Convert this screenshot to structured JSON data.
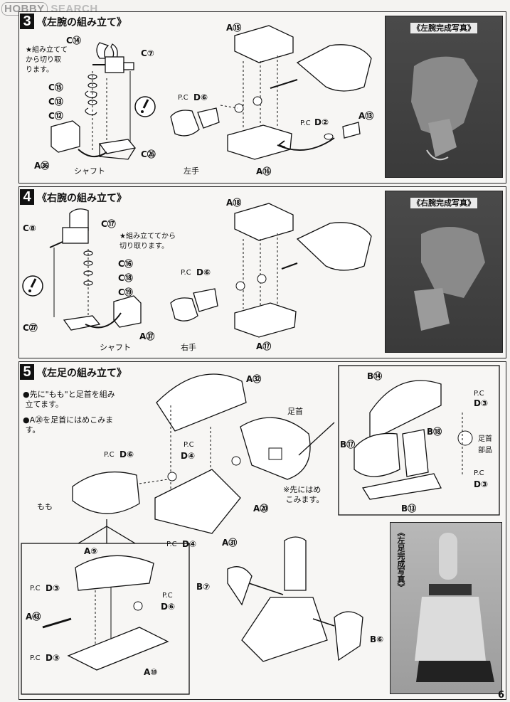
{
  "watermark": {
    "part1": "HOBBY",
    "part2": "SEARCH"
  },
  "page_number": "6",
  "step3": {
    "number": "3",
    "title": "《左腕の組み立て》",
    "photo_label": "《左腕完成写真》",
    "note": "★組み立てて\nから切り取\nります。",
    "labels": [
      "C⑭",
      "C⑦",
      "C⑮",
      "C⑬",
      "C⑫",
      "A㊱",
      "C㉖",
      "A⑮",
      "P.C",
      "D⑥",
      "P.C",
      "D②",
      "A⑬",
      "A⑯"
    ],
    "shaft": "シャフト",
    "hand": "左手"
  },
  "step4": {
    "number": "4",
    "title": "《右腕の組み立て》",
    "photo_label": "《右腕完成写真》",
    "note": "★組み立ててから\n切り取ります。",
    "labels": [
      "C⑧",
      "C⑰",
      "C⑯",
      "C⑱",
      "C⑲",
      "C㉗",
      "A㊲",
      "A⑱",
      "P.C",
      "D⑥",
      "A⑰"
    ],
    "shaft": "シャフト",
    "hand": "右手"
  },
  "step5": {
    "number": "5",
    "title": "《左足の組み立て》",
    "bullets": [
      "●先に\"もも\"と足首を組み\n 立てます。",
      "●A⑳を足首にはめこみま\n す。"
    ],
    "note_ankle": "※先にはめ\n こみます。",
    "labels": [
      "A㉜",
      "足首",
      "P.C",
      "D④",
      "P.C",
      "D⑥",
      "A⑳",
      "もも",
      "P.C",
      "D④",
      "A㉛"
    ],
    "ankle_inset": {
      "labels": [
        "B⑭",
        "P.C",
        "D③",
        "B⑱",
        "足首",
        "部品",
        "B⑰",
        "P.C",
        "D③",
        "B⑬"
      ]
    },
    "thigh_inset": {
      "labels": [
        "A⑨",
        "P.C",
        "D③",
        "P.C",
        "D⑥",
        "A㊸",
        "P.C",
        "D③",
        "A⑩"
      ]
    },
    "lower_labels": [
      "B⑦",
      "B⑥"
    ],
    "photo_label": "《左足完成写真》"
  }
}
